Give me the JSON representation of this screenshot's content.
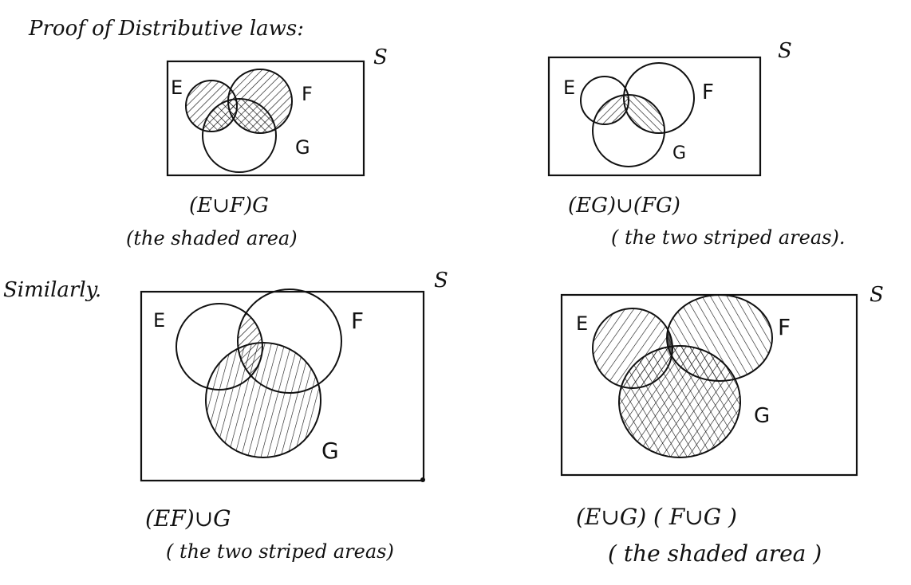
{
  "title": "Proof of Distributive laws:",
  "similarly": "Similarly.",
  "diagrams": [
    {
      "id": "d1",
      "sample_space": "S",
      "labels": {
        "E": "E",
        "F": "F",
        "G": "G"
      },
      "caption": "(E∪F)G",
      "note": "(the shaded area)"
    },
    {
      "id": "d2",
      "sample_space": "S",
      "labels": {
        "E": "E",
        "F": "F",
        "G": "G"
      },
      "caption": "(EG)∪(FG)",
      "note": "( the two striped areas)."
    },
    {
      "id": "d3",
      "sample_space": "S",
      "labels": {
        "E": "E",
        "F": "F",
        "G": "G"
      },
      "caption": "(EF)∪G",
      "note": "( the two striped areas)"
    },
    {
      "id": "d4",
      "sample_space": "S",
      "labels": {
        "E": "E",
        "F": "F",
        "G": "G"
      },
      "caption": "(E∪G) ( F∪G )",
      "note": "( the shaded area )"
    }
  ]
}
